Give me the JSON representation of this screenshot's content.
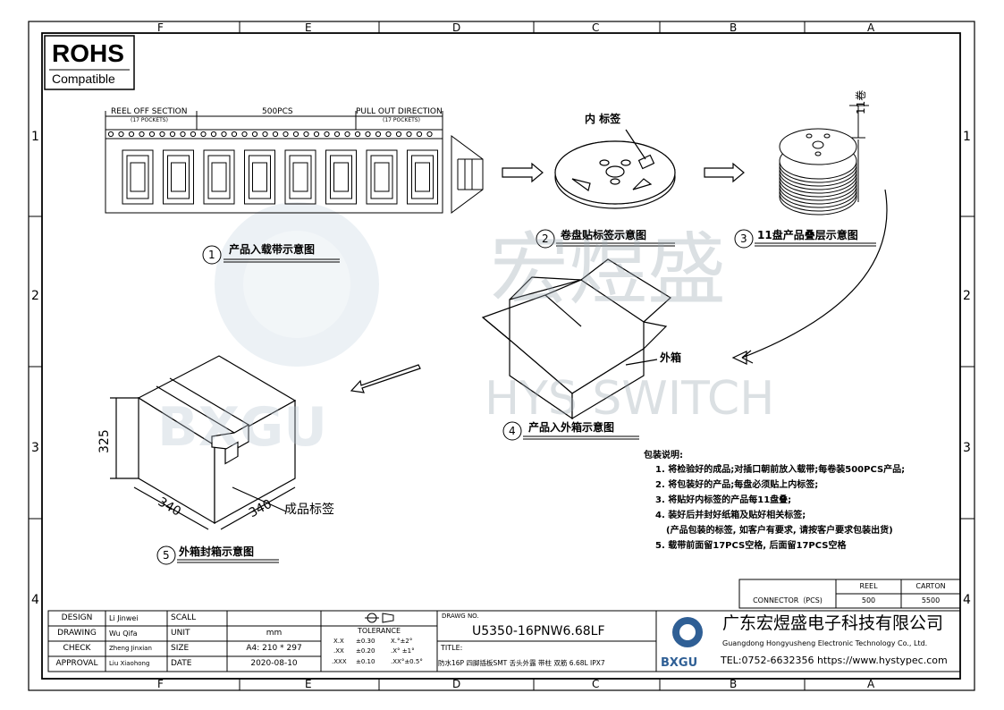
{
  "frame": {
    "col_labels": [
      "F",
      "E",
      "D",
      "C",
      "B",
      "A"
    ],
    "row_labels": [
      "1",
      "2",
      "3",
      "4"
    ]
  },
  "rohs": {
    "title": "ROHS",
    "subtitle": "Compatible"
  },
  "watermark": {
    "brand": "宏煜盛",
    "sub": "HYS SWITCH",
    "logo_text": "BXGU"
  },
  "tape": {
    "reel_off_label": "REEL OFF SECTION",
    "reel_off_sub": "(17 POCKETS)",
    "pcs_label": "500PCS",
    "pull_out_label": "PULL OUT DIRECTION",
    "pull_out_sub": "(17 POCKETS)"
  },
  "steps": [
    {
      "num": "1",
      "label": "产品入载带示意图"
    },
    {
      "num": "2",
      "label": "卷盘贴标签示意图"
    },
    {
      "num": "3",
      "label": "11盘产品叠层示意图"
    },
    {
      "num": "4",
      "label": "产品入外箱示意图"
    },
    {
      "num": "5",
      "label": "外箱封箱示意图"
    }
  ],
  "labels": {
    "inner_label": "内 标签",
    "reel_count": "11卷",
    "outer_box": "外箱",
    "product_label": "成品标签"
  },
  "dims": {
    "height": "325",
    "width": "340",
    "depth": "340"
  },
  "notes": {
    "title": "包装说明:",
    "items": [
      "1. 将检验好的成品;对插口朝前放入载带;每卷装500PCS产品;",
      "2. 将包装好的产品;每盘必须贴上内标签;",
      "3. 将贴好内标签的产品每11盘叠;",
      "4. 装好后并封好纸箱及贴好相关标签;",
      "(产品包装的标签, 如客户有要求, 请按客户要求包装出货)",
      "5. 载带前面留17PCS空格, 后面留17PCS空格"
    ]
  },
  "qty_table": {
    "headers": [
      "REEL",
      "CARTON"
    ],
    "row_label": "CONNECTOR（PCS)",
    "values": [
      "500",
      "5500"
    ]
  },
  "title_block": {
    "rows": [
      {
        "label": "DESIGN",
        "name": "Li Jinwei",
        "field": "SCALL",
        "value": ""
      },
      {
        "label": "DRAWING",
        "name": "Wu Qifa",
        "field": "UNIT",
        "value": "mm"
      },
      {
        "label": "CHECK",
        "name": "Zheng Jinxian",
        "field": "SIZE",
        "value": "A4: 210 * 297"
      },
      {
        "label": "APPROVAL",
        "name": "Liu Xiaohong",
        "field": "DATE",
        "value": "2020-08-10"
      }
    ],
    "tolerance_title": "TOLERANCE",
    "tolerance": [
      {
        "k": "X.X",
        "v": "±0.30",
        "a": "X.°±2°"
      },
      {
        "k": ".XX",
        "v": "±0.20",
        "a": ".X° ±1°"
      },
      {
        "k": ".XXX",
        "v": "±0.10",
        "a": ".XX°±0.5°"
      }
    ],
    "drawing_no_label": "DRAWG NO.",
    "drawing_no": "U5350-16PNW6.68LF",
    "title_label": "TITLE:",
    "title_text": "防水16P 四脚插板SMT 舌头外露 带柱 双筋 6.68L IPX7",
    "company_cn": "广东宏煜盛电子科技有限公司",
    "company_en": "Guangdong Hongyusheng Electronic Technology Co., Ltd.",
    "contact": "TEL:0752-6632356  https://www.hystypec.com",
    "logo_text": "BXGU"
  }
}
